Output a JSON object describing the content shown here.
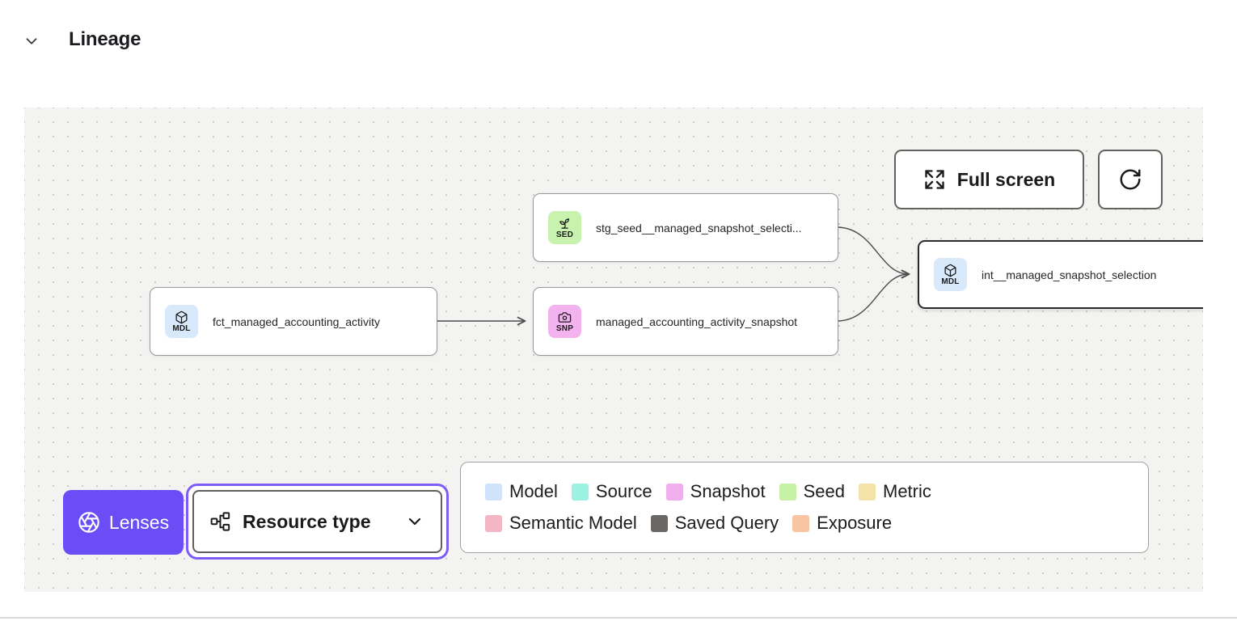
{
  "header": {
    "title": "Lineage"
  },
  "canvas": {
    "toolbar": {
      "full_screen_label": "Full screen"
    },
    "nodes": [
      {
        "badge": "SED",
        "badge_color": "#c8f2ae",
        "icon": "sprout",
        "label": "stg_seed__managed_snapshot_selecti...",
        "type": "seed",
        "selected": false
      },
      {
        "badge": "MDL",
        "badge_color": "#d8e9fb",
        "icon": "cube",
        "label": "fct_managed_accounting_activity",
        "type": "model",
        "selected": false
      },
      {
        "badge": "SNP",
        "badge_color": "#f2b3ee",
        "icon": "camera",
        "label": "managed_accounting_activity_snapshot",
        "type": "snapshot",
        "selected": false
      },
      {
        "badge": "MDL",
        "badge_color": "#d8e9fb",
        "icon": "cube",
        "label": "int__managed_snapshot_selection",
        "type": "model",
        "selected": true
      }
    ],
    "edges": [
      {
        "from": "fct_managed_accounting_activity",
        "to": "managed_accounting_activity_snapshot"
      },
      {
        "from": "stg_seed__managed_snapshot_selecti...",
        "to": "int__managed_snapshot_selection"
      },
      {
        "from": "managed_accounting_activity_snapshot",
        "to": "int__managed_snapshot_selection"
      }
    ],
    "lenses": {
      "label": "Lenses",
      "selected_lens": "Resource type",
      "accent_color": "#6b4df6"
    },
    "legend": {
      "items": [
        {
          "label": "Model",
          "color": "#cfe4fb"
        },
        {
          "label": "Source",
          "color": "#9df1e0"
        },
        {
          "label": "Snapshot",
          "color": "#f0aeec"
        },
        {
          "label": "Seed",
          "color": "#c6f0a5"
        },
        {
          "label": "Metric",
          "color": "#f5e2a8"
        },
        {
          "label": "Semantic Model",
          "color": "#f2b6c4"
        },
        {
          "label": "Saved Query",
          "color": "#6b6764"
        },
        {
          "label": "Exposure",
          "color": "#f7c5a1"
        }
      ]
    }
  },
  "colors": {
    "canvas_background": "#f3f3f1",
    "accent_purple": "#6b4df6",
    "focus_ring_purple": "#7e5df7",
    "selected_node_border": "#2b2b2e",
    "edge_color": "#4d4d4d"
  }
}
